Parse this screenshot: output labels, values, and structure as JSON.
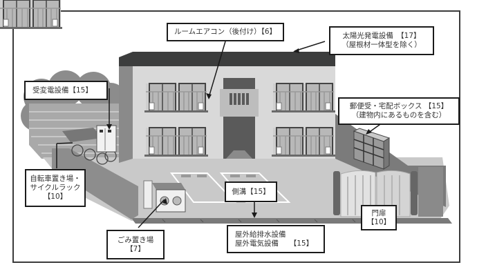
{
  "diagram": {
    "type": "building-equipment-illustration",
    "colors": {
      "roof": "#3c3d3d",
      "wall": "#d8d8d8",
      "wall_side": "#8a8a8a",
      "ground": "#c9c9c9",
      "curb": "#777777",
      "wall_fence": "#7b7b7b",
      "label_border": "#1a1a1a",
      "frame_border": "#3a3a3a"
    },
    "labels": {
      "aircon": {
        "lines": [
          "ルームエアコン（後付け）【6】"
        ]
      },
      "solar": {
        "lines": [
          "太陽光発電設備　【17】",
          "（屋根材一体型を除く）"
        ]
      },
      "substation": {
        "lines": [
          "受変電設備【15】"
        ]
      },
      "mailbox": {
        "lines": [
          "郵便受・宅配ボックス 【15】",
          "（建物内にあるものを含む）"
        ]
      },
      "bicycle": {
        "lines": [
          "自転車置き場・",
          "サイクルラック",
          "【10】"
        ]
      },
      "gutter": {
        "lines": [
          "側溝【15】"
        ]
      },
      "garbage": {
        "lines": [
          "ごみ置き場",
          "【7】"
        ]
      },
      "outdoor_utilities": {
        "lines": [
          "屋外給排水設備",
          "屋外電気設備　　【15】"
        ]
      },
      "gate": {
        "lines": [
          "門扉",
          "【10】"
        ]
      }
    }
  }
}
